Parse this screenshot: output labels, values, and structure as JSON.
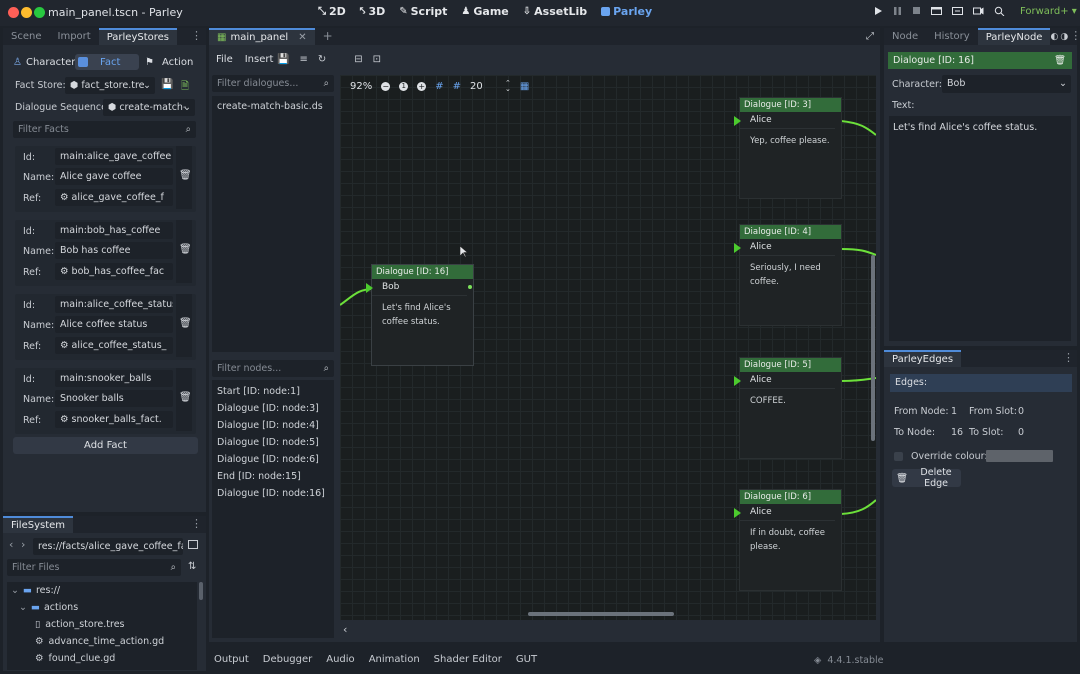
{
  "window": {
    "title": "main_panel.tscn - Parley"
  },
  "workspaces": [
    {
      "label": "2D",
      "icon": "2d-icon"
    },
    {
      "label": "3D",
      "icon": "3d-icon"
    },
    {
      "label": "Script",
      "icon": "script-icon"
    },
    {
      "label": "Game",
      "icon": "game-icon"
    },
    {
      "label": "AssetLib",
      "icon": "assetlib-icon"
    },
    {
      "label": "Parley",
      "icon": "parley-icon"
    }
  ],
  "renderer": "Forward+",
  "left_panel": {
    "tabs": [
      "Scene",
      "Import",
      "ParleyStores"
    ],
    "store_tabs": [
      "Character",
      "Fact",
      "Action"
    ],
    "fact_store_label": "Fact Store:",
    "fact_store_value": "fact_store.tre",
    "dialogue_sequence_label": "Dialogue Sequence:",
    "dialogue_sequence_value": "create-match-",
    "filter_facts_placeholder": "Filter Facts",
    "field_labels": {
      "id": "Id:",
      "name": "Name:",
      "ref": "Ref:"
    },
    "facts": [
      {
        "id": "main:alice_gave_coffee",
        "name": "Alice gave coffee",
        "ref": "alice_gave_coffee_f"
      },
      {
        "id": "main:bob_has_coffee",
        "name": "Bob has coffee",
        "ref": "bob_has_coffee_fac"
      },
      {
        "id": "main:alice_coffee_status",
        "name": "Alice coffee status",
        "ref": "alice_coffee_status_"
      },
      {
        "id": "main:snooker_balls",
        "name": "Snooker balls",
        "ref": "snooker_balls_fact."
      }
    ],
    "add_fact_label": "Add Fact"
  },
  "filesystem": {
    "tab": "FileSystem",
    "path": "res://facts/alice_gave_coffee_fact.g",
    "filter_placeholder": "Filter Files",
    "items": [
      {
        "label": "res://",
        "type": "folder",
        "depth": 0
      },
      {
        "label": "actions",
        "type": "folder",
        "depth": 1
      },
      {
        "label": "action_store.tres",
        "type": "file",
        "depth": 2
      },
      {
        "label": "advance_time_action.gd",
        "type": "script",
        "depth": 2
      },
      {
        "label": "found_clue.gd",
        "type": "script",
        "depth": 2
      }
    ]
  },
  "main_panel": {
    "tab": "main_panel",
    "menu": [
      "File",
      "Insert"
    ],
    "filter_dialogues_placeholder": "Filter dialogues...",
    "dialogues": [
      "create-match-basic.ds"
    ],
    "filter_nodes_placeholder": "Filter nodes...",
    "nodes": [
      "Start [ID: node:1]",
      "Dialogue [ID: node:3]",
      "Dialogue [ID: node:4]",
      "Dialogue [ID: node:5]",
      "Dialogue [ID: node:6]",
      "End [ID: node:15]",
      "Dialogue [ID: node:16]"
    ],
    "zoom": "92%",
    "snap": "20"
  },
  "graph_nodes": [
    {
      "title": "Dialogue [ID: 16]",
      "speaker": "Bob",
      "text": "Let's find Alice's coffee status."
    },
    {
      "title": "Dialogue [ID: 3]",
      "speaker": "Alice",
      "text": "Yep, coffee please."
    },
    {
      "title": "Dialogue [ID: 4]",
      "speaker": "Alice",
      "text": "Seriously, I need coffee."
    },
    {
      "title": "Dialogue [ID: 5]",
      "speaker": "Alice",
      "text": "COFFEE."
    },
    {
      "title": "Dialogue [ID: 6]",
      "speaker": "Alice",
      "text": "If in doubt, coffee please."
    }
  ],
  "inspector": {
    "tabs": [
      "Node",
      "History",
      "ParleyNode"
    ],
    "node_title": "Dialogue [ID: 16]",
    "character_label": "Character:",
    "character_value": "Bob",
    "text_label": "Text:",
    "text_value": "Let's find Alice's coffee status."
  },
  "edges": {
    "tab": "ParleyEdges",
    "header": "Edges:",
    "from_node_label": "From Node:",
    "from_node_value": "1",
    "from_slot_label": "From Slot:",
    "from_slot_value": "0",
    "to_node_label": "To Node:",
    "to_node_value": "16",
    "to_slot_label": "To Slot:",
    "to_slot_value": "0",
    "override_label": "Override colour:",
    "delete_label": "Delete Edge"
  },
  "bottom_tabs": [
    "Output",
    "Debugger",
    "Audio",
    "Animation",
    "Shader Editor",
    "GUT"
  ],
  "version": "4.4.1.stable",
  "colors": {
    "accent": "#4f8bd9",
    "node_header": "#326c3a",
    "port": "#4ccb2e"
  }
}
